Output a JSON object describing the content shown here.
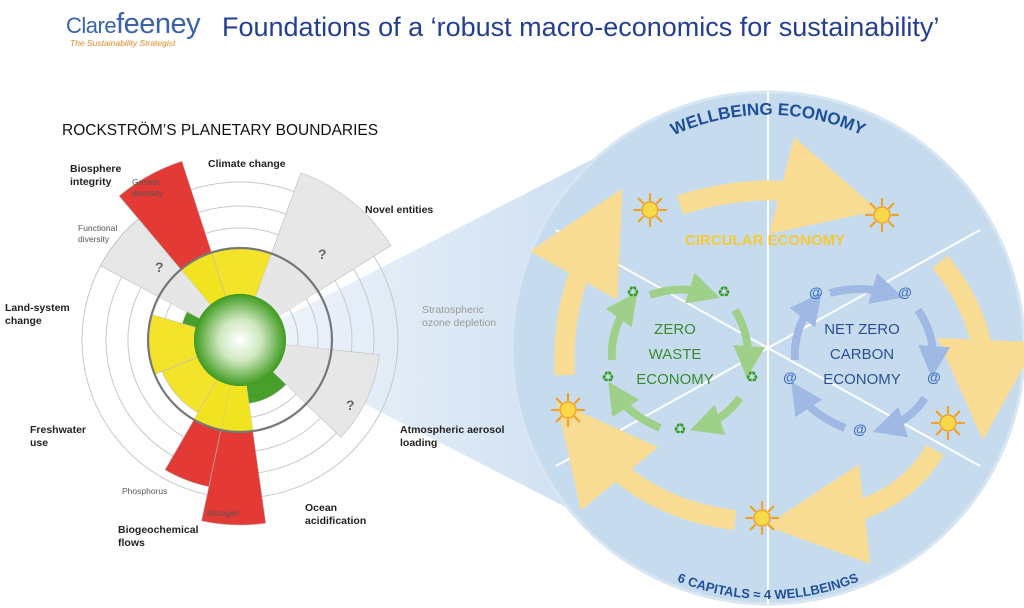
{
  "logo": {
    "name_part1": "Clare",
    "name_part2": "feeney",
    "tagline": "The Sustainability Strategist"
  },
  "title": "Foundations of a ‘robust macro-economics for sustainability’",
  "planetary": {
    "heading": "ROCKSTRÖM’S PLANETARY BOUNDARIES",
    "labels": {
      "climate_change": "Climate change",
      "novel_entities": "Novel entities",
      "stratospheric": "Stratospheric ozone depletion",
      "aerosol": "Atmospheric aerosol loading",
      "ocean": "Ocean acidification",
      "biogeochemical": "Biogeochemical flows",
      "freshwater": "Freshwater use",
      "land_system": "Land-system change",
      "biosphere": "Biosphere integrity",
      "genetic": "Genetic diversity",
      "functional": "Functional diversity",
      "phosphorus": "Phosphorus",
      "nitrogen": "Nitrogen",
      "unknown": "?"
    },
    "colors": {
      "safe": "#3e9a1e",
      "increasing": "#f2e320",
      "high": "#e32f2a",
      "unknown": "#e6e6e6"
    }
  },
  "economy": {
    "wellbeing": "WELLBEING ECONOMY",
    "circular": "CIRCULAR ECONOMY",
    "zero_waste": [
      "ZERO",
      "WASTE",
      "ECONOMY"
    ],
    "net_zero": [
      "NET ZERO",
      "CARBON",
      "ECONOMY"
    ],
    "capitals": "6 CAPITALS ≈ 4 WELLBEINGS",
    "recycle_symbol": "♻",
    "spiral_symbol": "@",
    "colors": {
      "wellbeing": "#1f4f9a",
      "circular": "#f5c93a",
      "zero_waste": "#3b8a2e",
      "net_zero": "#2d4e95",
      "background": "#c6dcee"
    }
  }
}
